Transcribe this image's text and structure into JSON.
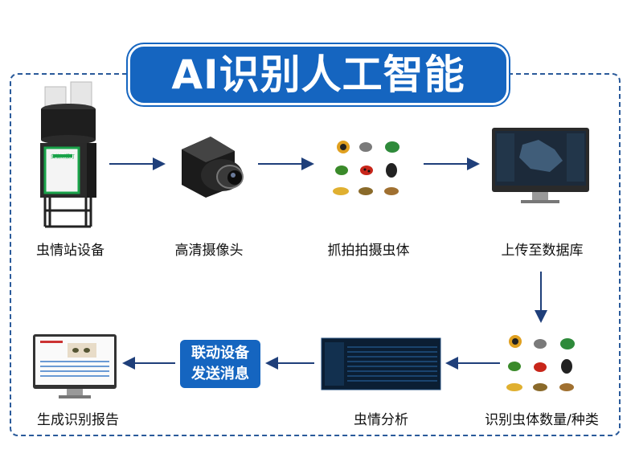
{
  "title": "AI识别人工智能",
  "steps": {
    "s1": "虫情站设备",
    "s2": "高清摄像头",
    "s3": "抓拍拍摄虫体",
    "s4": "上传至数据库",
    "s5": "识别虫体数量/种类",
    "s6": "虫情分析",
    "s7_line1": "联动设备",
    "s7_line2": "发送消息",
    "s8": "生成识别报告"
  },
  "device_panel_text": "虫情测报灯",
  "colors": {
    "accent": "#1565c0",
    "arrow": "#1f3f7a",
    "frame": "#2a5a9a"
  }
}
